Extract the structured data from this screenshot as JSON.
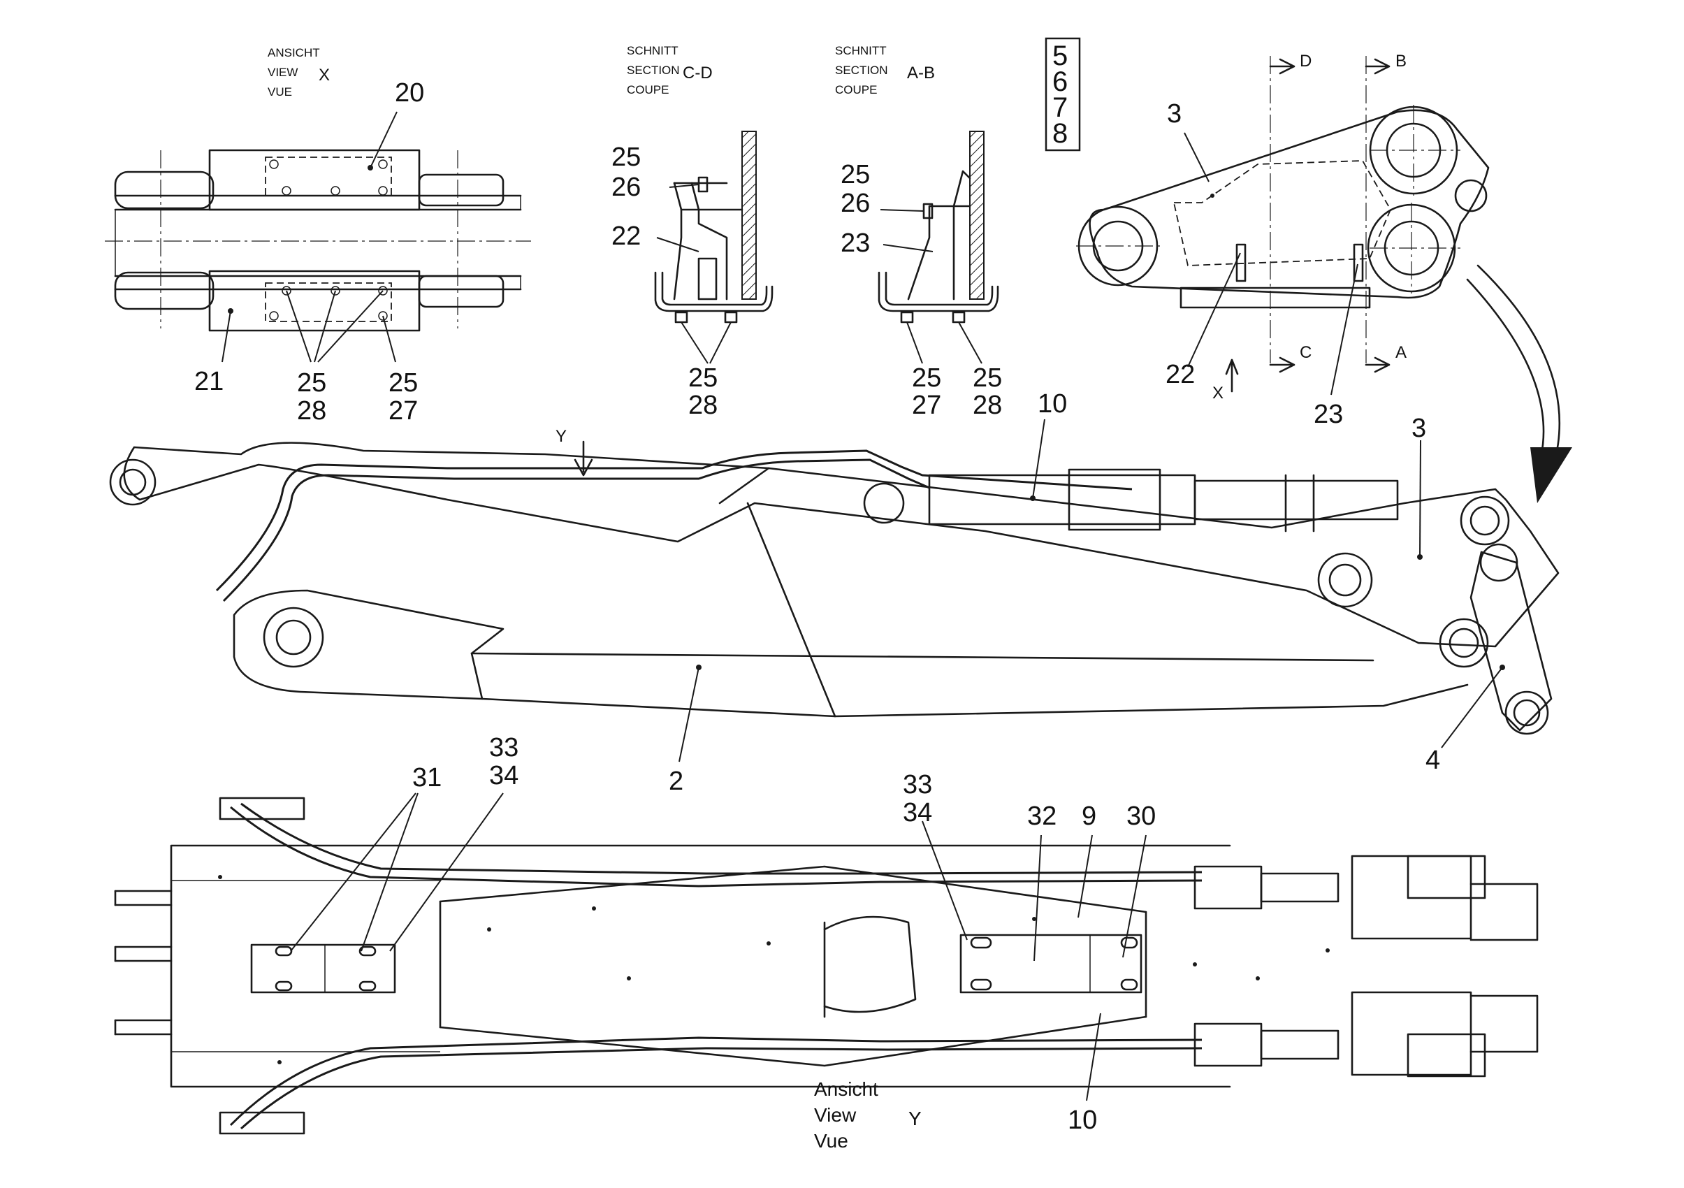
{
  "view_x": {
    "de": "ANSICHT",
    "en": "VIEW",
    "fr": "VUE",
    "letter": "X"
  },
  "section_cd": {
    "de": "SCHNITT",
    "en": "SECTION",
    "fr": "COUPE",
    "letter": "C-D"
  },
  "section_ab": {
    "de": "SCHNITT",
    "en": "SECTION",
    "fr": "COUPE",
    "letter": "A-B"
  },
  "view_y": {
    "de": "Ansicht",
    "en": "View",
    "fr": "Vue",
    "letter": "Y"
  },
  "page_box": [
    "5",
    "6",
    "7",
    "8"
  ],
  "cut_labels": {
    "d": "D",
    "b": "B",
    "c": "C",
    "a": "A",
    "x": "X",
    "y": "Y"
  },
  "callouts": {
    "p20": "20",
    "p21": "21",
    "p25_a": "25",
    "p28_a": "28",
    "p25_b": "25",
    "p27_b": "27",
    "p25_c": "25",
    "p26_c": "26",
    "p22_c": "22",
    "p25_d": "25",
    "p28_d": "28",
    "p25_e": "25",
    "p26_e": "26",
    "p23_e": "23",
    "p25_f": "25",
    "p27_f": "27",
    "p25_g": "25",
    "p28_g": "28",
    "p3_top": "3",
    "p22_top": "22",
    "p23_top": "23",
    "p10_top": "10",
    "p3_side": "3",
    "p2": "2",
    "p4": "4",
    "p31": "31",
    "p33_a": "33",
    "p34_a": "34",
    "p33_b": "33",
    "p34_b": "34",
    "p32": "32",
    "p9": "9",
    "p30": "30",
    "p10_bottom": "10"
  }
}
